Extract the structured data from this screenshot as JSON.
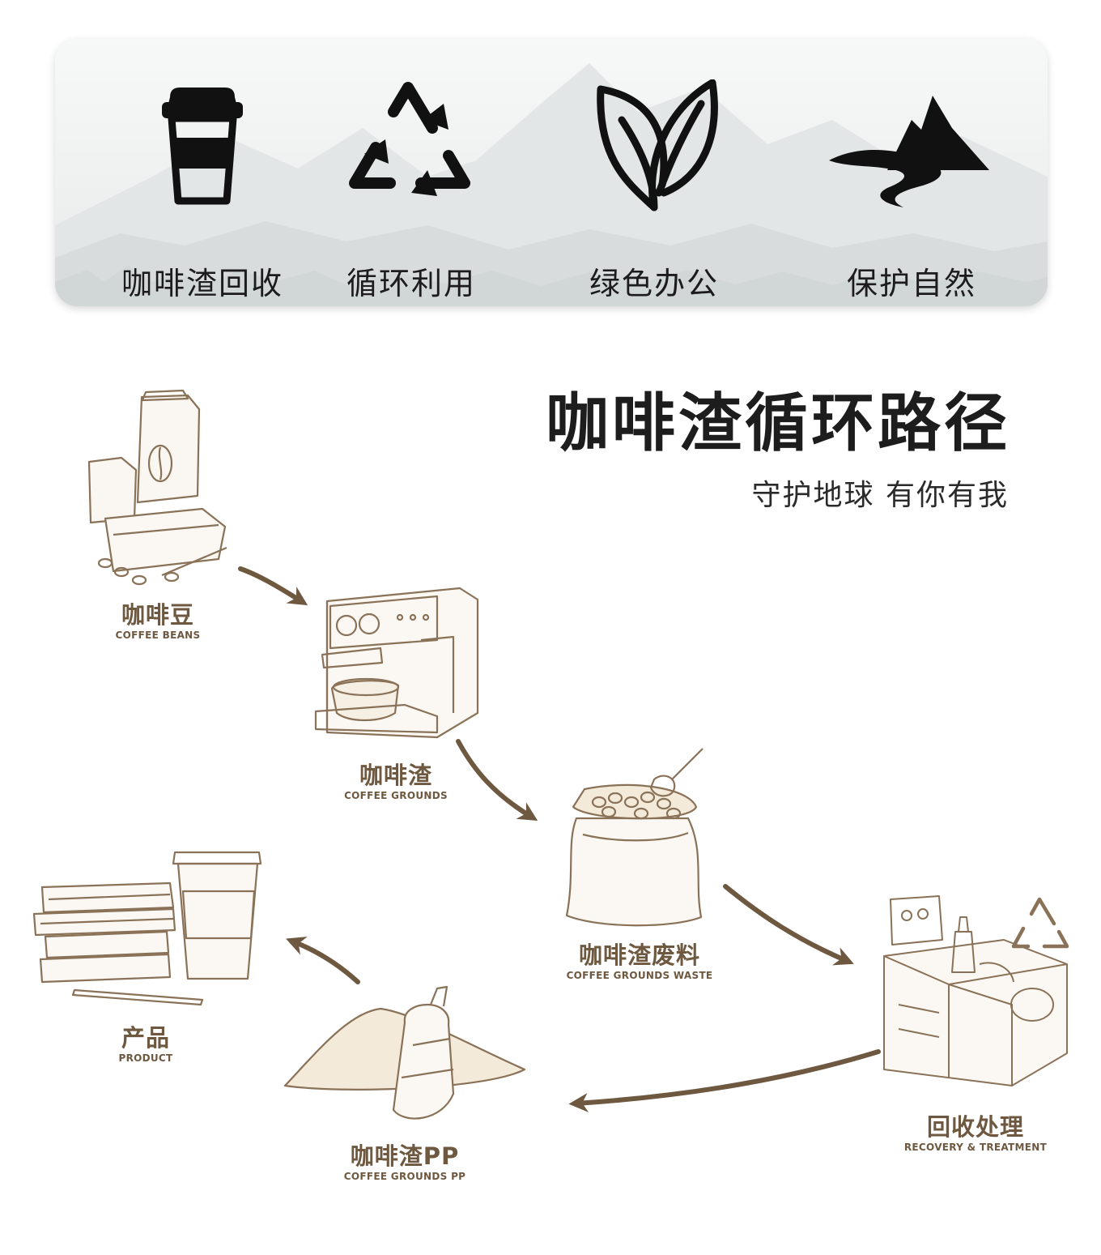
{
  "banner": {
    "features": [
      {
        "label": "咖啡渣回收",
        "icon": "coffee-cup-icon"
      },
      {
        "label": "循环利用",
        "icon": "recycle-icon"
      },
      {
        "label": "绿色办公",
        "icon": "leaf-icon"
      },
      {
        "label": "保护自然",
        "icon": "mountain-river-icon"
      }
    ]
  },
  "heading": {
    "title": "咖啡渣循环路径",
    "subtitle": "守护地球 有你有我"
  },
  "stages": [
    {
      "zh": "咖啡豆",
      "en": "COFFEE BEANS",
      "icon": "coffee-bag-icon"
    },
    {
      "zh": "咖啡渣",
      "en": "COFFEE GROUNDS",
      "icon": "espresso-machine-icon"
    },
    {
      "zh": "咖啡渣废料",
      "en": "COFFEE GROUNDS WASTE",
      "icon": "grounds-sack-icon"
    },
    {
      "zh": "回收处理",
      "en": "RECOVERY & TREATMENT",
      "icon": "processing-machine-icon"
    },
    {
      "zh": "咖啡渣PP",
      "en": "COFFEE GROUNDS PP",
      "icon": "grounds-pile-bottle-icon"
    },
    {
      "zh": "产品",
      "en": "PRODUCT",
      "icon": "books-cup-icon"
    }
  ],
  "colors": {
    "accent": "#6e5840",
    "sketch": "#8a7258",
    "ink": "#1a1a1a"
  }
}
